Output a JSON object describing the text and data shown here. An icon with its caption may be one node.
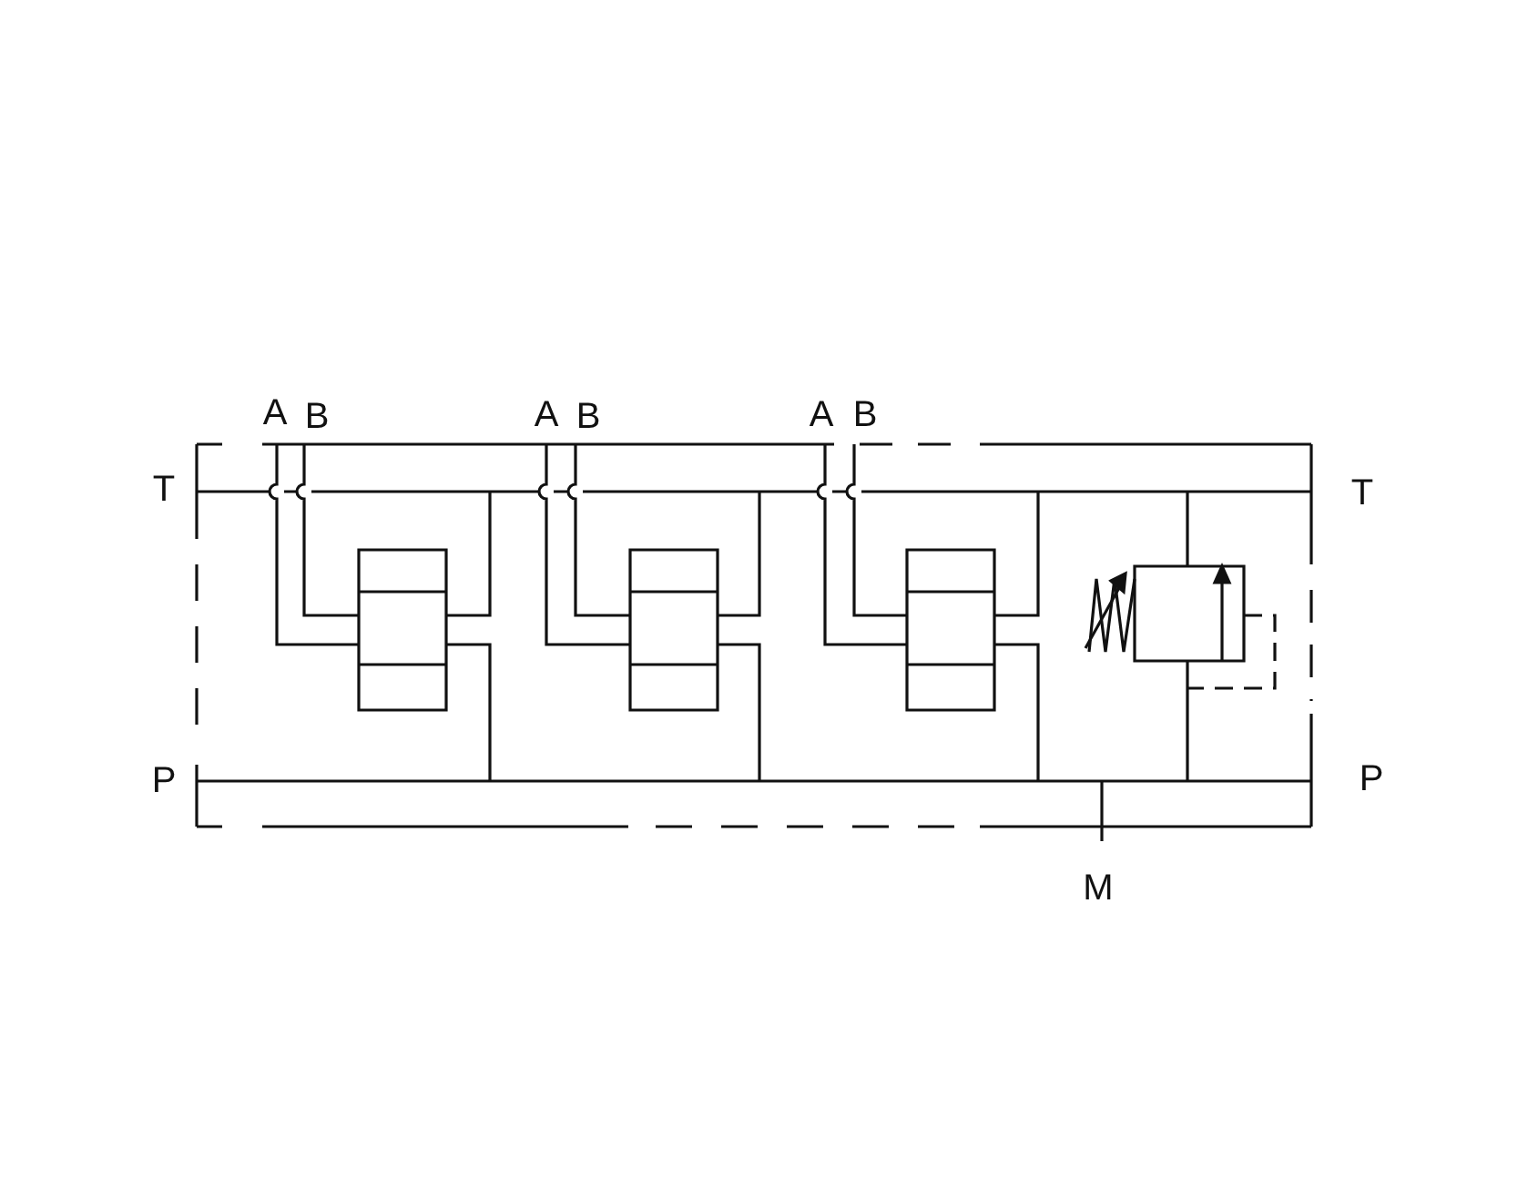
{
  "diagram": {
    "labels": [
      "A",
      "B",
      "A",
      "B",
      "A",
      "B",
      "T",
      "T",
      "P",
      "P",
      "M"
    ]
  }
}
